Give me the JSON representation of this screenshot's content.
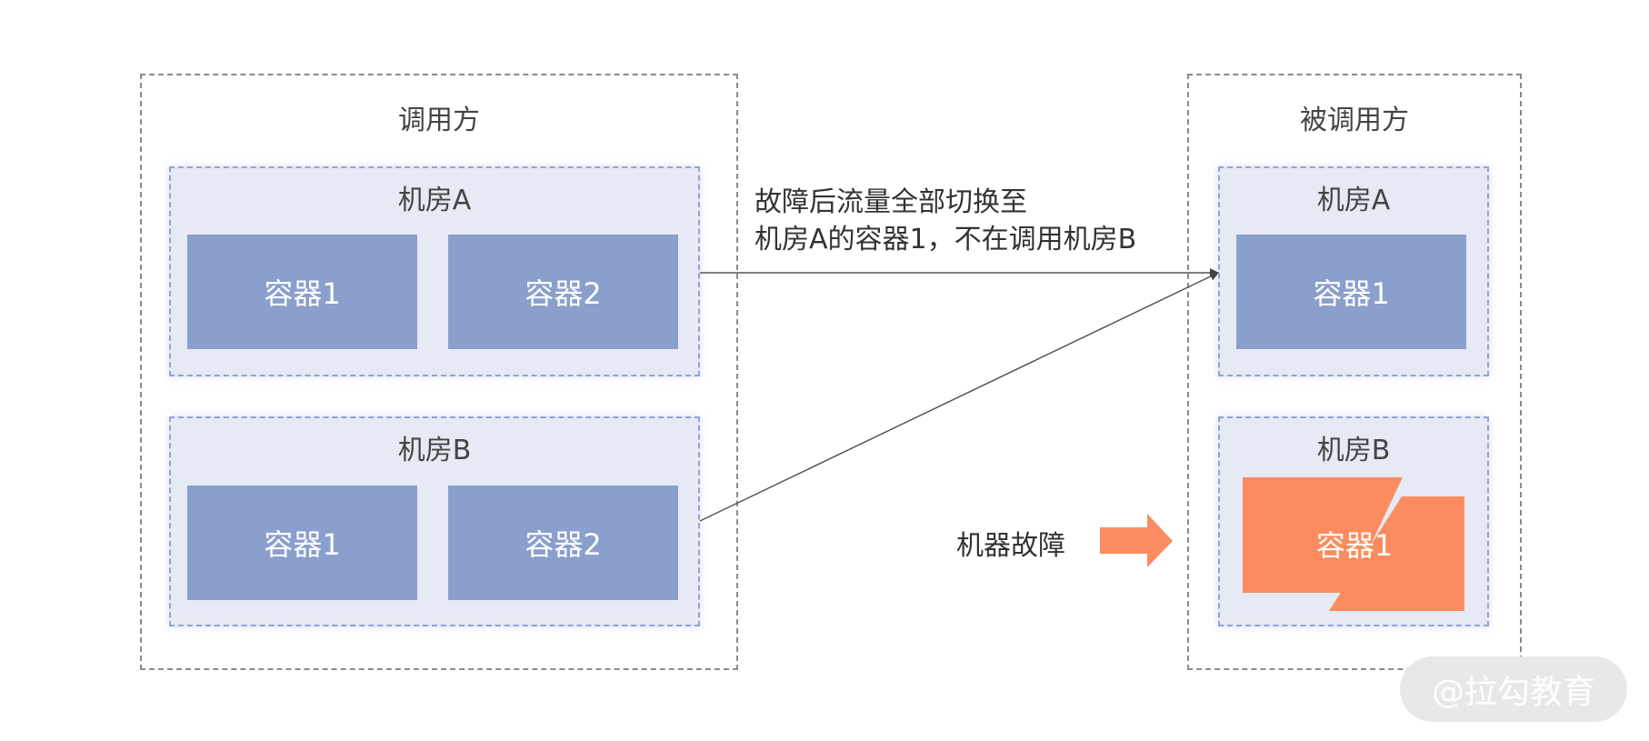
{
  "caller": {
    "title": "调用方",
    "room_a": {
      "title": "机房A",
      "containers": [
        "容器1",
        "容器2"
      ]
    },
    "room_b": {
      "title": "机房B",
      "containers": [
        "容器1",
        "容器2"
      ]
    }
  },
  "callee": {
    "title": "被调用方",
    "room_a": {
      "title": "机房A",
      "container": "容器1"
    },
    "room_b": {
      "title": "机房B",
      "container": "容器1"
    }
  },
  "annotation": {
    "line1": "故障后流量全部切换至",
    "line2": "机房A的容器1，不在调用机房B"
  },
  "failure_label": "机器故障",
  "watermark": "@拉勾教育",
  "colors": {
    "container_blue": "#8a9fcb",
    "room_bg": "#e6eaf4",
    "failed_orange": "#fc8c5f"
  }
}
